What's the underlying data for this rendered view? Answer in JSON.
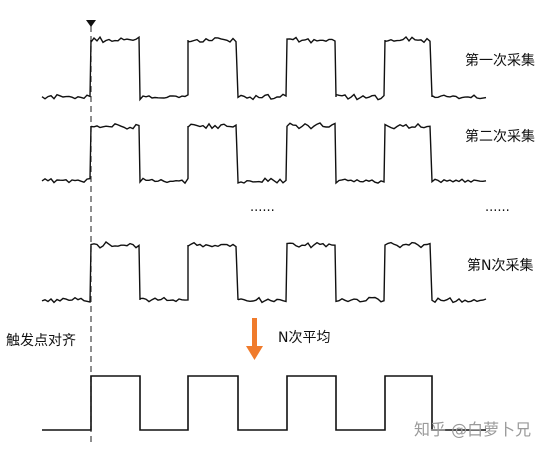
{
  "labels": {
    "row1": "第一次采集",
    "row2": "第二次采集",
    "row3": "第N次采集",
    "trigger": "触发点对齐",
    "average": "N次平均",
    "ellipsis_mid": "......",
    "ellipsis_right": "......",
    "watermark": "知乎 @白萝卜兄"
  },
  "colors": {
    "wave": "#111111",
    "arrow": "#f07b2c",
    "trigger_line": "#444444",
    "watermark": "#9a9a9a"
  },
  "icons": {
    "trigger_marker": "down-triangle-icon",
    "average_arrow": "down-arrow-icon"
  }
}
